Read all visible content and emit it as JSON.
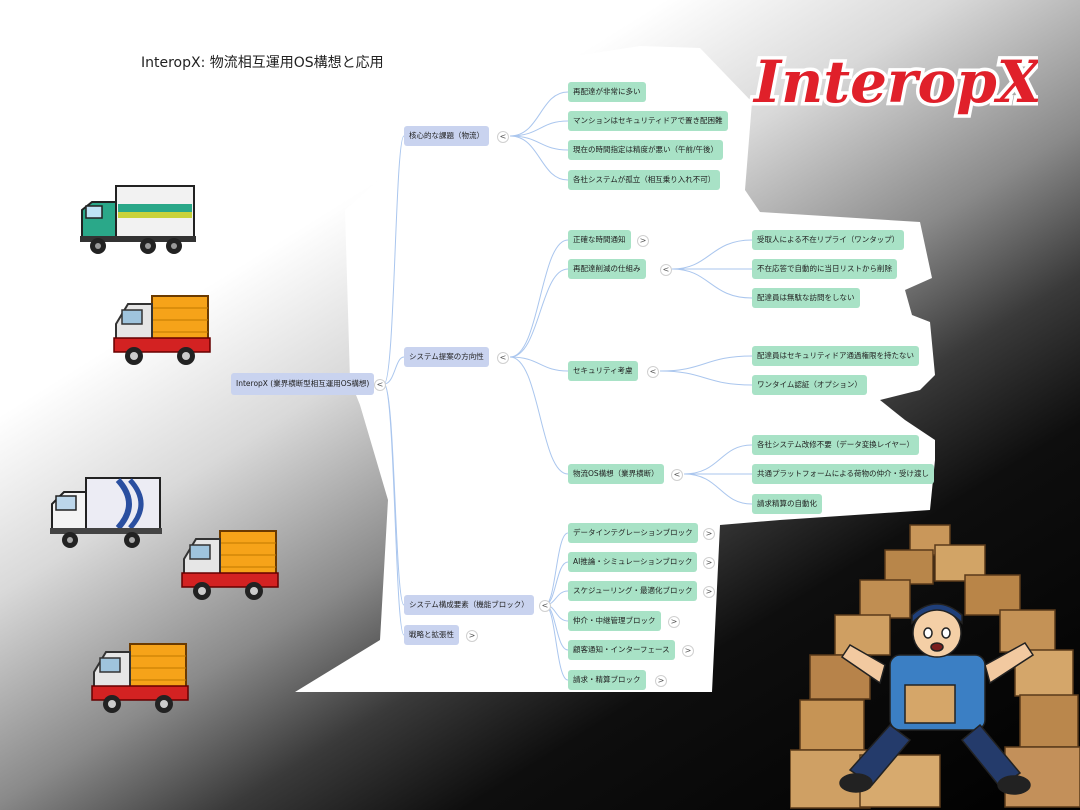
{
  "slide": {
    "title": "InteropX: 物流相互運用OS構想と応用"
  },
  "brand": {
    "logo_text": "InteropX"
  },
  "mindmap": {
    "root": "InteropX (業界横断型相互運用OS構想)",
    "branches": [
      {
        "label": "核心的な課題（物流）",
        "children": [
          "再配達が非常に多い",
          "マンションはセキュリティドアで置き配困難",
          "現在の時間指定は精度が悪い（午前/午後）",
          "各社システムが孤立（相互乗り入れ不可）"
        ]
      },
      {
        "label": "システム提案の方向性",
        "children": [
          "正確な時間通知",
          "再配達削減の仕組み",
          "セキュリティ考慮",
          "物流OS構想（業界横断）"
        ]
      },
      {
        "label": "システム構成要素（機能ブロック）",
        "children": [
          "データインテグレーションブロック",
          "AI推論・シミュレーションブロック",
          "スケジューリング・最適化ブロック",
          "仲介・中継管理ブロック",
          "顧客通知・インターフェース",
          "請求・精算ブロック"
        ]
      },
      {
        "label": "戦略と拡張性",
        "children": []
      }
    ],
    "grandchildren": {
      "redelivery": [
        "受取人による不在リプライ（ワンタップ）",
        "不在応答で自動的に当日リストから削除",
        "配達員は無駄な訪問をしない"
      ],
      "security": [
        "配達員はセキュリティドア通過権限を持たない",
        "ワンタイム認証（オプション）"
      ],
      "logistics_os": [
        "各社システム改修不要（データ変換レイヤー）",
        "共通プラットフォームによる荷物の仲介・受け渡し",
        "請求精算の自動化"
      ]
    },
    "toggles": {
      "collapse": "<",
      "expand": ">"
    }
  },
  "colors": {
    "level1": "#c9d3ef",
    "level2": "#a8e2c6",
    "connector": "#aac6ee",
    "logo_red": "#e0202a"
  },
  "icons": [
    "truck-icon",
    "delivery-worker-illustration"
  ]
}
